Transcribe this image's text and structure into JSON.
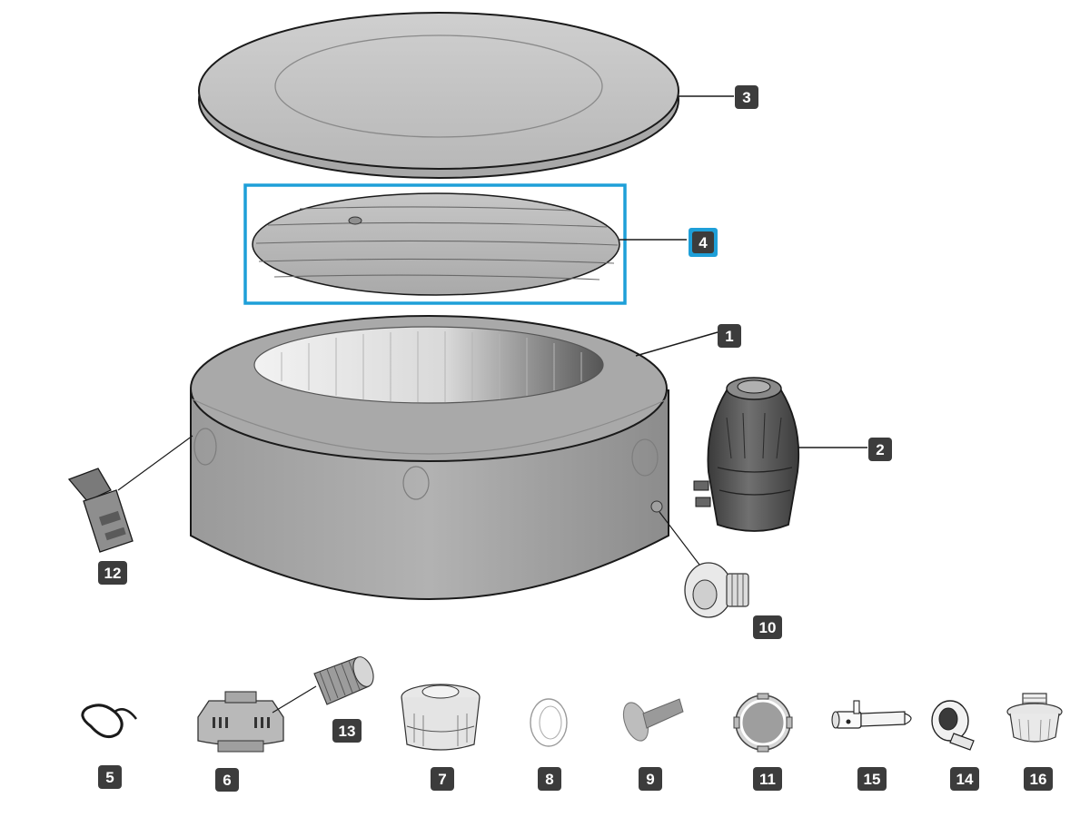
{
  "diagram": {
    "highlight_color": "#1e9fd8",
    "badge_color": "#3c3c3c",
    "parts": [
      {
        "label": "1",
        "name": "spa-tub-body",
        "icon": "inflatable-spa-tub"
      },
      {
        "label": "2",
        "name": "pump-heater-unit",
        "icon": "pump-unit"
      },
      {
        "label": "3",
        "name": "spa-cover",
        "icon": "inflatable-cover"
      },
      {
        "label": "4",
        "name": "inflatable-lid",
        "icon": "inflatable-lid",
        "highlighted": true
      },
      {
        "label": "5",
        "name": "inflation-hose",
        "icon": "hose"
      },
      {
        "label": "6",
        "name": "filter-housing",
        "icon": "filter-housing"
      },
      {
        "label": "7",
        "name": "floating-dispenser",
        "icon": "dispenser"
      },
      {
        "label": "8",
        "name": "adapter-ring",
        "icon": "adapter"
      },
      {
        "label": "9",
        "name": "drain-connector",
        "icon": "drain-connector"
      },
      {
        "label": "10",
        "name": "air-valve",
        "icon": "valve"
      },
      {
        "label": "11",
        "name": "drain-cap",
        "icon": "cap"
      },
      {
        "label": "12",
        "name": "cover-buckle",
        "icon": "buckle"
      },
      {
        "label": "13",
        "name": "filter-cartridge",
        "icon": "filter-cartridge"
      },
      {
        "label": "14",
        "name": "valve-adapter",
        "icon": "valve-adapter"
      },
      {
        "label": "15",
        "name": "pump-nozzle",
        "icon": "nozzle"
      },
      {
        "label": "16",
        "name": "threaded-valve",
        "icon": "threaded-valve"
      }
    ]
  }
}
